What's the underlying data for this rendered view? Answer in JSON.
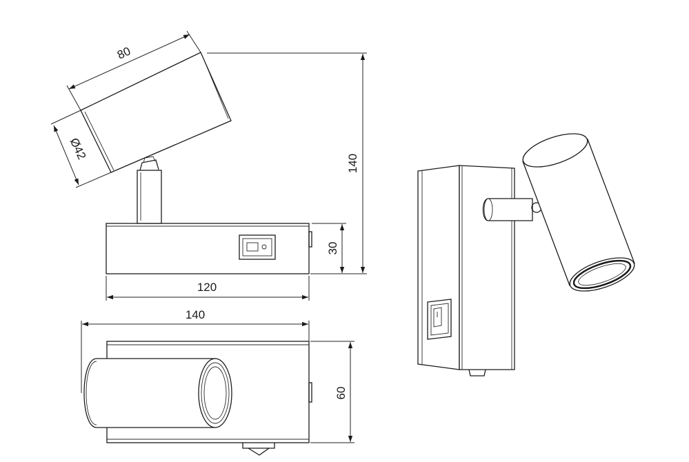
{
  "dimensions": {
    "side_top_length": "80",
    "side_diameter": "Ø42",
    "total_height": "140",
    "base_height": "30",
    "base_width": "120",
    "top_view_length": "140",
    "top_view_depth": "60"
  },
  "colors": {
    "line": "#1a1a1a",
    "background": "#ffffff"
  }
}
